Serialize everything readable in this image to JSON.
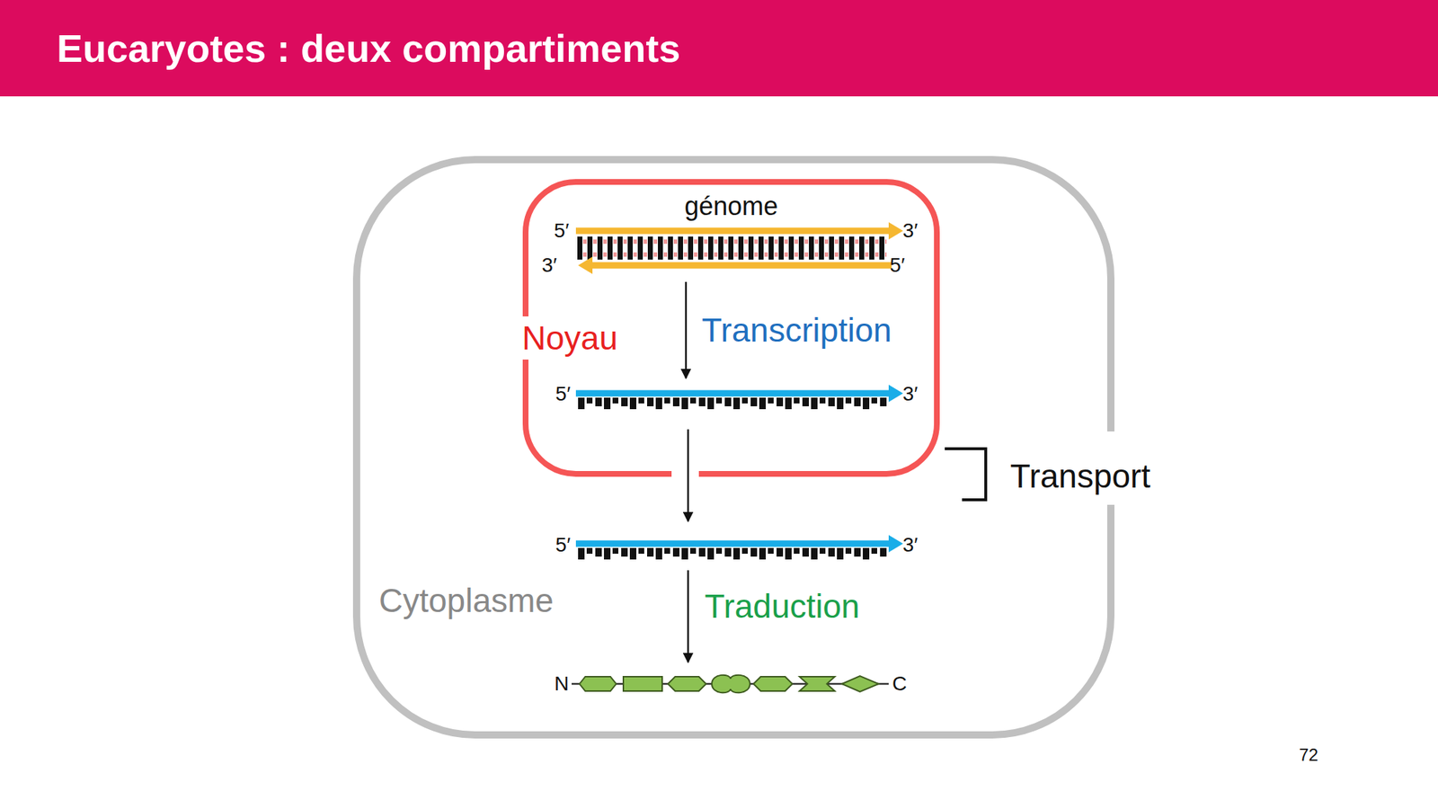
{
  "diagram": {
    "title": "Eucaryotes : deux compartiments",
    "nodes": [
      {
        "text": [
          "Cytoplasme"
        ]
      },
      {
        "text": [
          "Noyau"
        ],
        "in": 0
      }
    ],
    "labels": [
      "génome",
      "5′",
      "3′",
      "3′",
      "5′",
      "Transcription",
      "5′",
      "3′",
      "Transport",
      "5′",
      "3′",
      "Traduction",
      "N",
      "C",
      "72"
    ]
  }
}
